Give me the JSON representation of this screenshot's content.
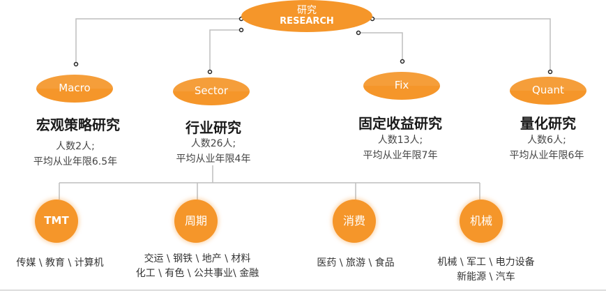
{
  "root": {
    "cn": "研究",
    "en": "RESEARCH"
  },
  "teams": [
    {
      "en": "Macro",
      "title": "宏观策略研究",
      "headcount": "人数2人;",
      "experience": "平均从业年限6.5年"
    },
    {
      "en": "Sector",
      "title": "行业研究",
      "headcount": "人数26人;",
      "experience": "平均从业年限4年"
    },
    {
      "en": "Fix",
      "title": "固定收益研究",
      "headcount": "人数13人;",
      "experience": "平均从业年限7年"
    },
    {
      "en": "Quant",
      "title": "量化研究",
      "headcount": "人数6人;",
      "experience": "平均从业年限6年"
    }
  ],
  "sectors": [
    {
      "label": "TMT",
      "lines": [
        "传媒 \\ 教育 \\ 计算机"
      ]
    },
    {
      "label": "周期",
      "lines": [
        "交运 \\ 钢铁 \\ 地产 \\ 材料",
        "化工 \\ 有色 \\ 公共事业\\ 金融"
      ]
    },
    {
      "label": "消费",
      "lines": [
        "医药 \\ 旅游 \\ 食品"
      ]
    },
    {
      "label": "机械",
      "lines": [
        "机械 \\ 军工 \\ 电力设备",
        "新能源 \\ 汽车"
      ]
    }
  ],
  "colors": {
    "accent": "#f5962a",
    "line": "#bdbdbd",
    "title": "#1a1a1a"
  }
}
